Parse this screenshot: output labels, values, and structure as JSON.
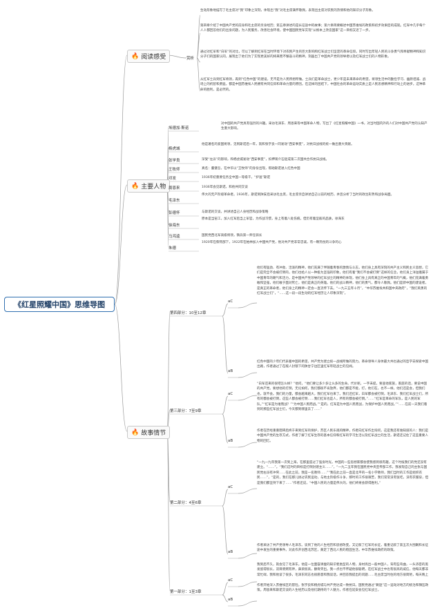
{
  "title": "《红星照耀中国》思维导图",
  "branches": {
    "reading": {
      "label": "阅读感受",
      "icon": "flame-icon"
    },
    "people": {
      "label": "主要人物",
      "icon": "flame-icon"
    },
    "plot": {
      "label": "故事情节",
      "icon": "flame-icon"
    }
  },
  "reading_label": "赏析",
  "reading_notes": [
    "生动形象地描写了毛主席对“我”印象之深刻，体现出“我”对毛主席满怀敬佩，表现出主席对农民的热情和他的知识分子形象。",
    "第四章介绍了中国共产党的前身和毛主席的亲身经历；第五章讲述的是长征途中的故事；第六章简要概述中国苏维埃的政策和初步效果后的成就。红军中几乎每个人人都回答他们的出身问题，为人民服务，改善社会环境，使中国国民党军实现“从根本上改造国家”这一目标又近了一步。",
    "通过对红军和“白军”的对比，可以了解到红军在当时环境下对农民产生的巨大影响和红军战士们坚定的革命信仰。同时写出年轻人民的斗争勇气和奉献精神和知识分子们的国家认同，展现出了他们为了实现更美好的将来而不懈奋斗的精神，刻画出了中国共产党的领导者以及红军战士们的人物形象。",
    "从红军士兵到红军将领，再到“红色中国”的建设，无不是为人民所想所做。士兵们是革命战士，更少年是未来革命的希望。将领生活中的勤俭学习、幽默坦诚、战场上的机智和勇猛，都是中国苏维埃人民拥有共同信仰和革命力量的原因。在这样的团结下，中国社会的革命运动实质上是人民思想精神和行动上的进步。这种革命的胜利，是必然的。"
  ],
  "people": [
    {
      "name": "埃德加·斯诺",
      "desc": "对中国的共产党具有强烈的兴趣。采访毛泽东、周恩来等中国革命人物，写出了《红星照耀中国》一书，对当时国内外的人们对中国共产党的认知产生重大影响。"
    },
    {
      "name": "杨虎城",
      "desc": "他是著名的爱国将领，见到斯诺后一年，就和张学良一同发动“西安事变”，对抗日战线的统一做出重大贡献。"
    },
    {
      "name": "张学良",
      "desc": "深受“左派”的影响，和杨虎城发动“西安事变”，扣押蒋介石促成第二次国共合作抗日战线。"
    },
    {
      "name": "王牧师",
      "desc": "真名：董健吾，在中华以“王牧师”的身份出现，帮助斯诺进入红色中国"
    },
    {
      "name": "邓发",
      "desc": "1936年初重要任务全中国一等级干，“护送”斯诺"
    },
    {
      "name": "周恩来",
      "desc": "1936年会见斯诺，和他共同交谈"
    },
    {
      "name": "毛泽东",
      "desc": "伟大的无产阶级革命者。1936年，斯诺到陕安后采访毛主席，毛主席亲自讲述自己以前的经历，并且分析了当时的政治形势和战争局面。"
    },
    {
      "name": "彭德怀",
      "desc": "与斯诺的交谈，并讲述自己人身经历和战争策略"
    },
    {
      "name": "徐海东",
      "desc": "原本是当窑工，加入红军后当上军官，为作战习惯，身上有着八处伤痕，但仍有着坚毅的品质，徐海东"
    },
    {
      "name": "马鸿逵",
      "desc": "国民党西北军高级将领，镇兵第一师任骑长"
    },
    {
      "name": "朱德",
      "desc": "1920年在蔡锷部下，1922年在柏林加入中国共产党，他对共产党非常忠诚，有一颗热忱的斗争的心"
    }
  ],
  "plot": [
    {
      "part": "第四部分：10至12章",
      "sections": [
        {
          "tag": "aC",
          "text": "他们有猛劲、有冲劲、活泼的精神，他们充满了伴随着青春的激情与斗志，他们身上具有深刻的共产主义和民主义思想，它们是完全不会被打倒的，他们也给人以一种极为坚强的印象，他们有着“我们不会被打倒”这样的信念，他们身上洋溢着属于中国青年的朝气和活力，是中国共产党领导的红军战士的精神的体现，他们身上具有真正的中国青年的气概，他们充满着勇敢和坚强，他们敢于面对死亡，他们是真正的英雄。他们的战斗精神，他们的勇气，都令人敬佩。他们是新中国的建设者，是真正的革命者，他们身上的精神一定会一直流传下去。“一九三五年十月”，“中华苏维埃共和国中央政府”，“我们英勇的红军战士们”，“……这一段一段生动的红军经历让人印象深刻”。"
        },
        {
          "tag": "aB",
          "text": "红色中国的少年们代表着中国的希望。共产党为建立统一战线所做的努力。革命领导人身体最大共也通过的哲学去探索中国出路，作者通过了在敌人封锁下的陕甘宁边区里红军年轻战士的见闻。"
        }
      ]
    },
    {
      "part": "第三部分：7至9章",
      "sections": [
        {
          "tag": "aC",
          "text": "“白军还来的很吧怎么样？”他问，“他们要让多少多让么多的生命。代价呢，一字未提。要查他家族，家庭的话，要说中国的共产党。要想他的打倒，无论如何，我们都很不肯放弃，他们都是不能，打，他们在，也不一样，他们还是会，但我们也，就不会。我们的力量，都会越来越大，我们红军也来了。我们还红军，白军都会被打倒，毛泽东、我们红军战士们，所有的都会被打倒，这些人都会被打倒……我们红军也是人，所有的都会被打倒。”……“红军是革命的军队，是人民的军队。”“红军是为谁而战？”“为中国人民而战。”“是的，红军是为中国人民而战，为保护中国人民而战。”“……在前一天我们看到的那些红军战士们，今天都到哪里去了……”"
        },
        {
          "tag": "aB",
          "text": "作者在历经重重阻碍后终于来到红军的保护，苏区人民乐观的精神，作者向红军作出询问，这是我还有谁知道的人：我们是中国共产党的生存方式，作者了解了红军生存的基本信仰和红军的学习生活以及红军战士的生活，斯诺还记住了这些重要人物的回忆。"
        }
      ]
    },
    {
      "part": "第二部分：4至6章",
      "sections": [
        {
          "tag": "aC",
          "text": "“一九一九年我第一次到上海，在那里度过了强身时光，中国的一些思想家都会使我感到很有趣，这个时候我们的党还没有建立。“……”。“我们这时的目标是打倒封建主义……”，“一九二五年我在国民党中央宣传部工作，我发现自己的主张与国民党右派有冲突……在此之前，我是一名教师……”“我在此之前一直是北平的一名小学教师，我们当时的工作是组织农民……”，“是的，我们在那儿搞过农民运动，与地主阶级作斗争，那时的工作很艰苦，我们常常没有饭吃，没有衣服穿，但是我们都坚持下来了……”作者还说，“中国人民的力量是伟大的，他们终将会获得胜利。”"
        },
        {
          "tag": "aB",
          "text": "作者采访了共产党领导人毛泽东。谈到了他的人生经历和思想改变。又记叙了红军的长征，着重记叙了第五次大围剿和长征途中发生的重要事件。对此作开创西北苏区，奠定了西北人民的稳固生活，中华苏维埃政府的政策。"
        }
      ]
    },
    {
      "part": "第一部分：1至3章",
      "sections": [
        {
          "tag": "aC",
          "text": "我到后不久，就会见了毛泽东。他是一位面容清瘦的知识者类型的人物，身材高出一般中国人，背有些弯曲，一头浓密的黑发留得很长，双目炯炯有神，鼻梁很高，颧骨突出。我一点也不怀疑他很聪明，在红军战士中也有很高的威信，他每天都非常忙碌，我和他谈了很多，毛泽东同志也很愿意和我谈话，并回答我提出的问题……毛主席当时住的地方很简陋，每天晚上他都要工作到深夜。"
        },
        {
          "tag": "aB",
          "text": "作者开始深入苏维埃区的冒险。张学良和杨虎城与共产党达成一致抗日。国民党通过“剿匪”这一运动对地方的统治和镇压政策。周恩来和斯诺交谈的人生经历以及他们期待的个人魅力，作者在延安会见红军战士。"
        }
      ]
    }
  ]
}
